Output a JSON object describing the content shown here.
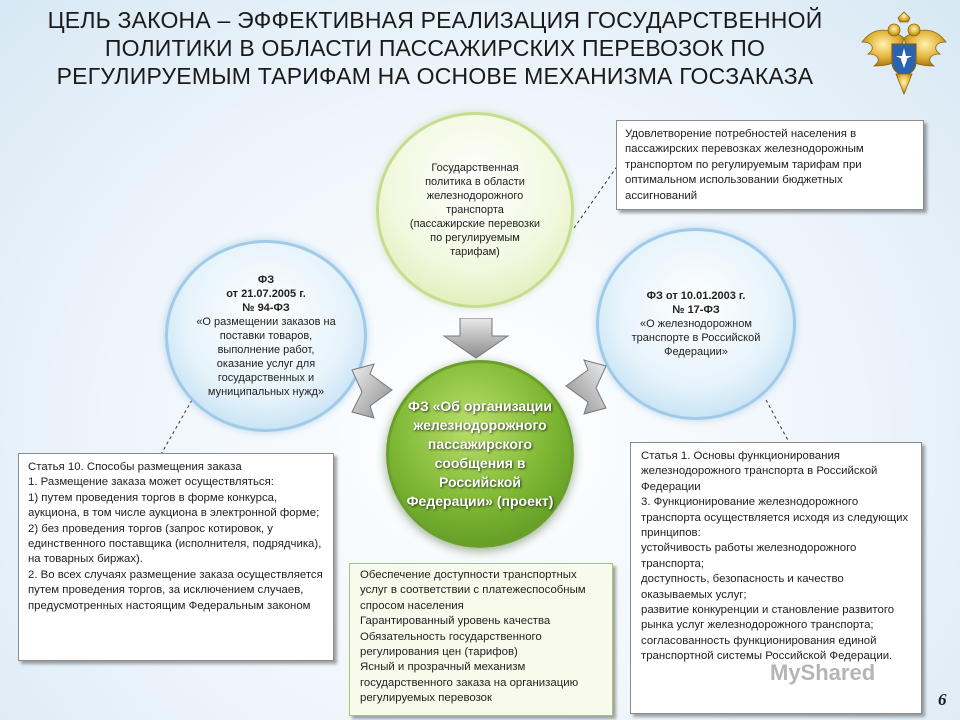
{
  "title": "ЦЕЛЬ ЗАКОНА – ЭФФЕКТИВНАЯ РЕАЛИЗАЦИЯ ГОСУДАРСТВЕННОЙ ПОЛИТИКИ В ОБЛАСТИ ПАССАЖИРСКИХ ПЕРЕВОЗОК ПО РЕГУЛИРУЕМЫМ ТАРИФАМ НА ОСНОВЕ МЕХАНИЗМА ГОСЗАКАЗА",
  "circles": {
    "top": "Государственная политика в области железнодорожного транспорта (пассажирские перевозки по регулируемым тарифам)",
    "left": {
      "line1": "ФЗ",
      "line2": "от 21.07.2005 г.",
      "line3": "№ 94-ФЗ",
      "text": "«О размещении заказов на поставки товаров, выполнение работ, оказание услуг для государственных и муниципальных нужд»"
    },
    "right": {
      "line1": "ФЗ от 10.01.2003 г.",
      "line2": "№ 17-ФЗ",
      "text": "«О железнодорожном транспорте в Российской Федерации»"
    },
    "center": "ФЗ «Об организации железнодорожного пассажирского сообщения в Российской Федерации» (проект)"
  },
  "boxes": {
    "top_right": "Удовлетворение потребностей населения в пассажирских перевозках железнодорожным транспортом по регулируемым тарифам при оптимальном использовании бюджетных ассигнований",
    "left": [
      "Статья 10. Способы размещения заказа",
      "1. Размещение заказа может осуществляться:",
      "1) путем проведения торгов в форме конкурса, аукциона, в том числе аукциона в электронной форме;",
      "2) без проведения торгов (запрос котировок, у единственного поставщика (исполнителя, подрядчика), на товарных биржах).",
      "2. Во всех случаях размещение заказа осуществляется путем проведения торгов, за исключением случаев, предусмотренных настоящим Федеральным законом"
    ],
    "center": [
      "Обеспечение доступности транспортных услуг в соответствии с платежеспособным спросом населения",
      "Гарантированный уровень качества",
      "Обязательность государственного регулирования цен (тарифов)",
      "Ясный и прозрачный механизм государственного заказа на организацию регулируемых перевозок"
    ],
    "right": [
      "Статья 1. Основы функционирования железнодорожного транспорта в Российской Федерации",
      "3. Функционирование железнодорожного транспорта осуществляется исходя из следующих принципов:",
      "устойчивость работы железнодорожного транспорта;",
      "доступность, безопасность и качество оказываемых услуг;",
      "развитие конкуренции и становление развитого рынка услуг железнодорожного транспорта;",
      "согласованность функционирования единой транспортной системы Российской Федерации."
    ]
  },
  "watermark": "MyShared",
  "page_number": "6",
  "icons": {
    "emblem": "double-headed-eagle-emblem-icon",
    "arrows": "chevron-arrow-icon"
  },
  "colors": {
    "center_circle": "#7fb834",
    "top_circle": "#d5e8a4",
    "side_circles": "#a9d3ee",
    "center_box_border": "#a6c86a"
  }
}
